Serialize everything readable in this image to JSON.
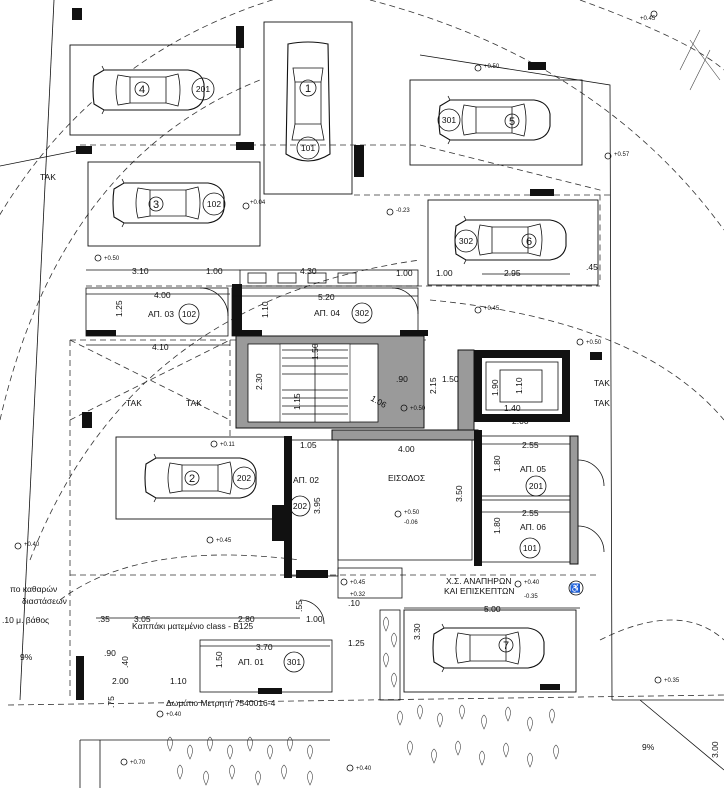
{
  "parking": [
    {
      "id": "4",
      "unit": "201"
    },
    {
      "id": "1",
      "unit": "101"
    },
    {
      "id": "5",
      "unit": "301"
    },
    {
      "id": "3",
      "unit": "102"
    },
    {
      "id": "6",
      "unit": "302"
    },
    {
      "id": "2",
      "unit": "202"
    },
    {
      "id": "7",
      "unit": ""
    }
  ],
  "storage": [
    {
      "label": "ΑΠ. 03",
      "unit": "102"
    },
    {
      "label": "ΑΠ. 04",
      "unit": "302"
    },
    {
      "label": "ΑΠ. 02",
      "unit": "202"
    },
    {
      "label": "ΑΠ. 05",
      "unit": "201"
    },
    {
      "label": "ΑΠ. 06",
      "unit": "101"
    },
    {
      "label": "ΑΠ. 01",
      "unit": "301"
    }
  ],
  "labels": {
    "entrance": "ΕΙΣΟΔΟΣ",
    "wc_line1": "Χ.Σ. ΑΝΑΠΗΡΩΝ",
    "wc_line2": "ΚΑΙ ΕΠΙΣΚΕΠΤΩΝ",
    "manhole": "Καππάκι ματεμένιο class - B125",
    "meter_room": "Δωμάτιο Μετρητή 7540016-4",
    "cleaning_line1": "πο καθαρών",
    "cleaning_line2": "διαστάσεων",
    "cleaning_line3": ".10 μ. βάθος",
    "slope_left": "9%",
    "slope_right": "9%",
    "tak": "ΤΑΚ"
  },
  "dimensions": {
    "d310": "3.10",
    "d100a": "1.00",
    "d430": "4.30",
    "d100b": "1.00",
    "d100c": "1.00",
    "d295": "2.95",
    "d45": ".45",
    "d400a": "4.00",
    "d520": "5.20",
    "d125": "1.25",
    "d110a": "1.10",
    "d410": "4.10",
    "d230": "2.30",
    "d150a": "1.50",
    "d115": "1.15",
    "d106": "1.06",
    "d215": "2.15",
    "d190a": ".90",
    "d150b": "1.50",
    "d190b": "1.90",
    "d110b": "1.10",
    "d140": "1.40",
    "d200a": "2.00",
    "d105": "1.05",
    "d395": "3.95",
    "d400b": "4.00",
    "d350": "3.50",
    "d255a": "2.55",
    "d180a": "1.80",
    "d255b": "2.55",
    "d180b": "1.80",
    "d35": ".35",
    "d305": "3.05",
    "d280": "2.80",
    "d55": ".55",
    "d100d": "1.00",
    "d370": "3.70",
    "d150c": "1.50",
    "d125b": "1.25",
    "d500": "5.00",
    "d330": "3.30",
    "d90": ".90",
    "d40": ".40",
    "d200b": "2.00",
    "d110c": "1.10",
    "d75": ".75",
    "d300": "3.00",
    "d10": ".10"
  },
  "levels": {
    "l045a": "+0.45",
    "l050a": "+0.50",
    "l057": "+0.57",
    "l004": "+0.04",
    "l023": "-0.23",
    "l050b": "+0.50",
    "l045b": "+0.45",
    "l050c": "+0.50",
    "l050d": "+0.50",
    "l011": "+0.11",
    "l050e": "+0.50",
    "l006": "-0.06",
    "l040a": "+0.40",
    "l045c": "+0.45",
    "l045d": "+0.45",
    "l032": "+0.32",
    "l010": "+0.10",
    "l040b": "+0.40",
    "l035a": "-0.35",
    "l035b": "+0.35",
    "l040c": "+0.40",
    "l070": "+0.70",
    "l040d": "+0.40"
  }
}
